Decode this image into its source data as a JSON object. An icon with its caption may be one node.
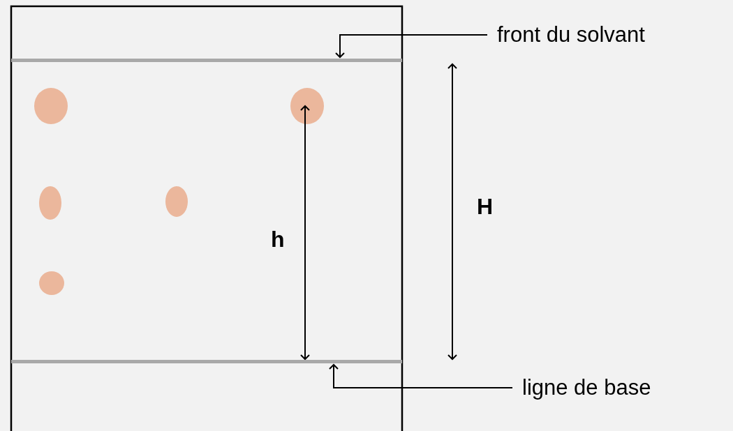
{
  "diagram": {
    "nodes": [
      {
        "text": [
          "front du solvant"
        ]
      },
      {
        "text": [],
        "shape": "line"
      },
      {
        "text": [
          "ligne de base"
        ]
      },
      {
        "text": [],
        "shape": "line"
      }
    ],
    "edges": [
      {
        "from": 0,
        "to": 1,
        "arrow": "to"
      },
      {
        "from": 2,
        "to": 3,
        "arrow": "to"
      }
    ],
    "labels": [
      "h",
      "H"
    ]
  }
}
